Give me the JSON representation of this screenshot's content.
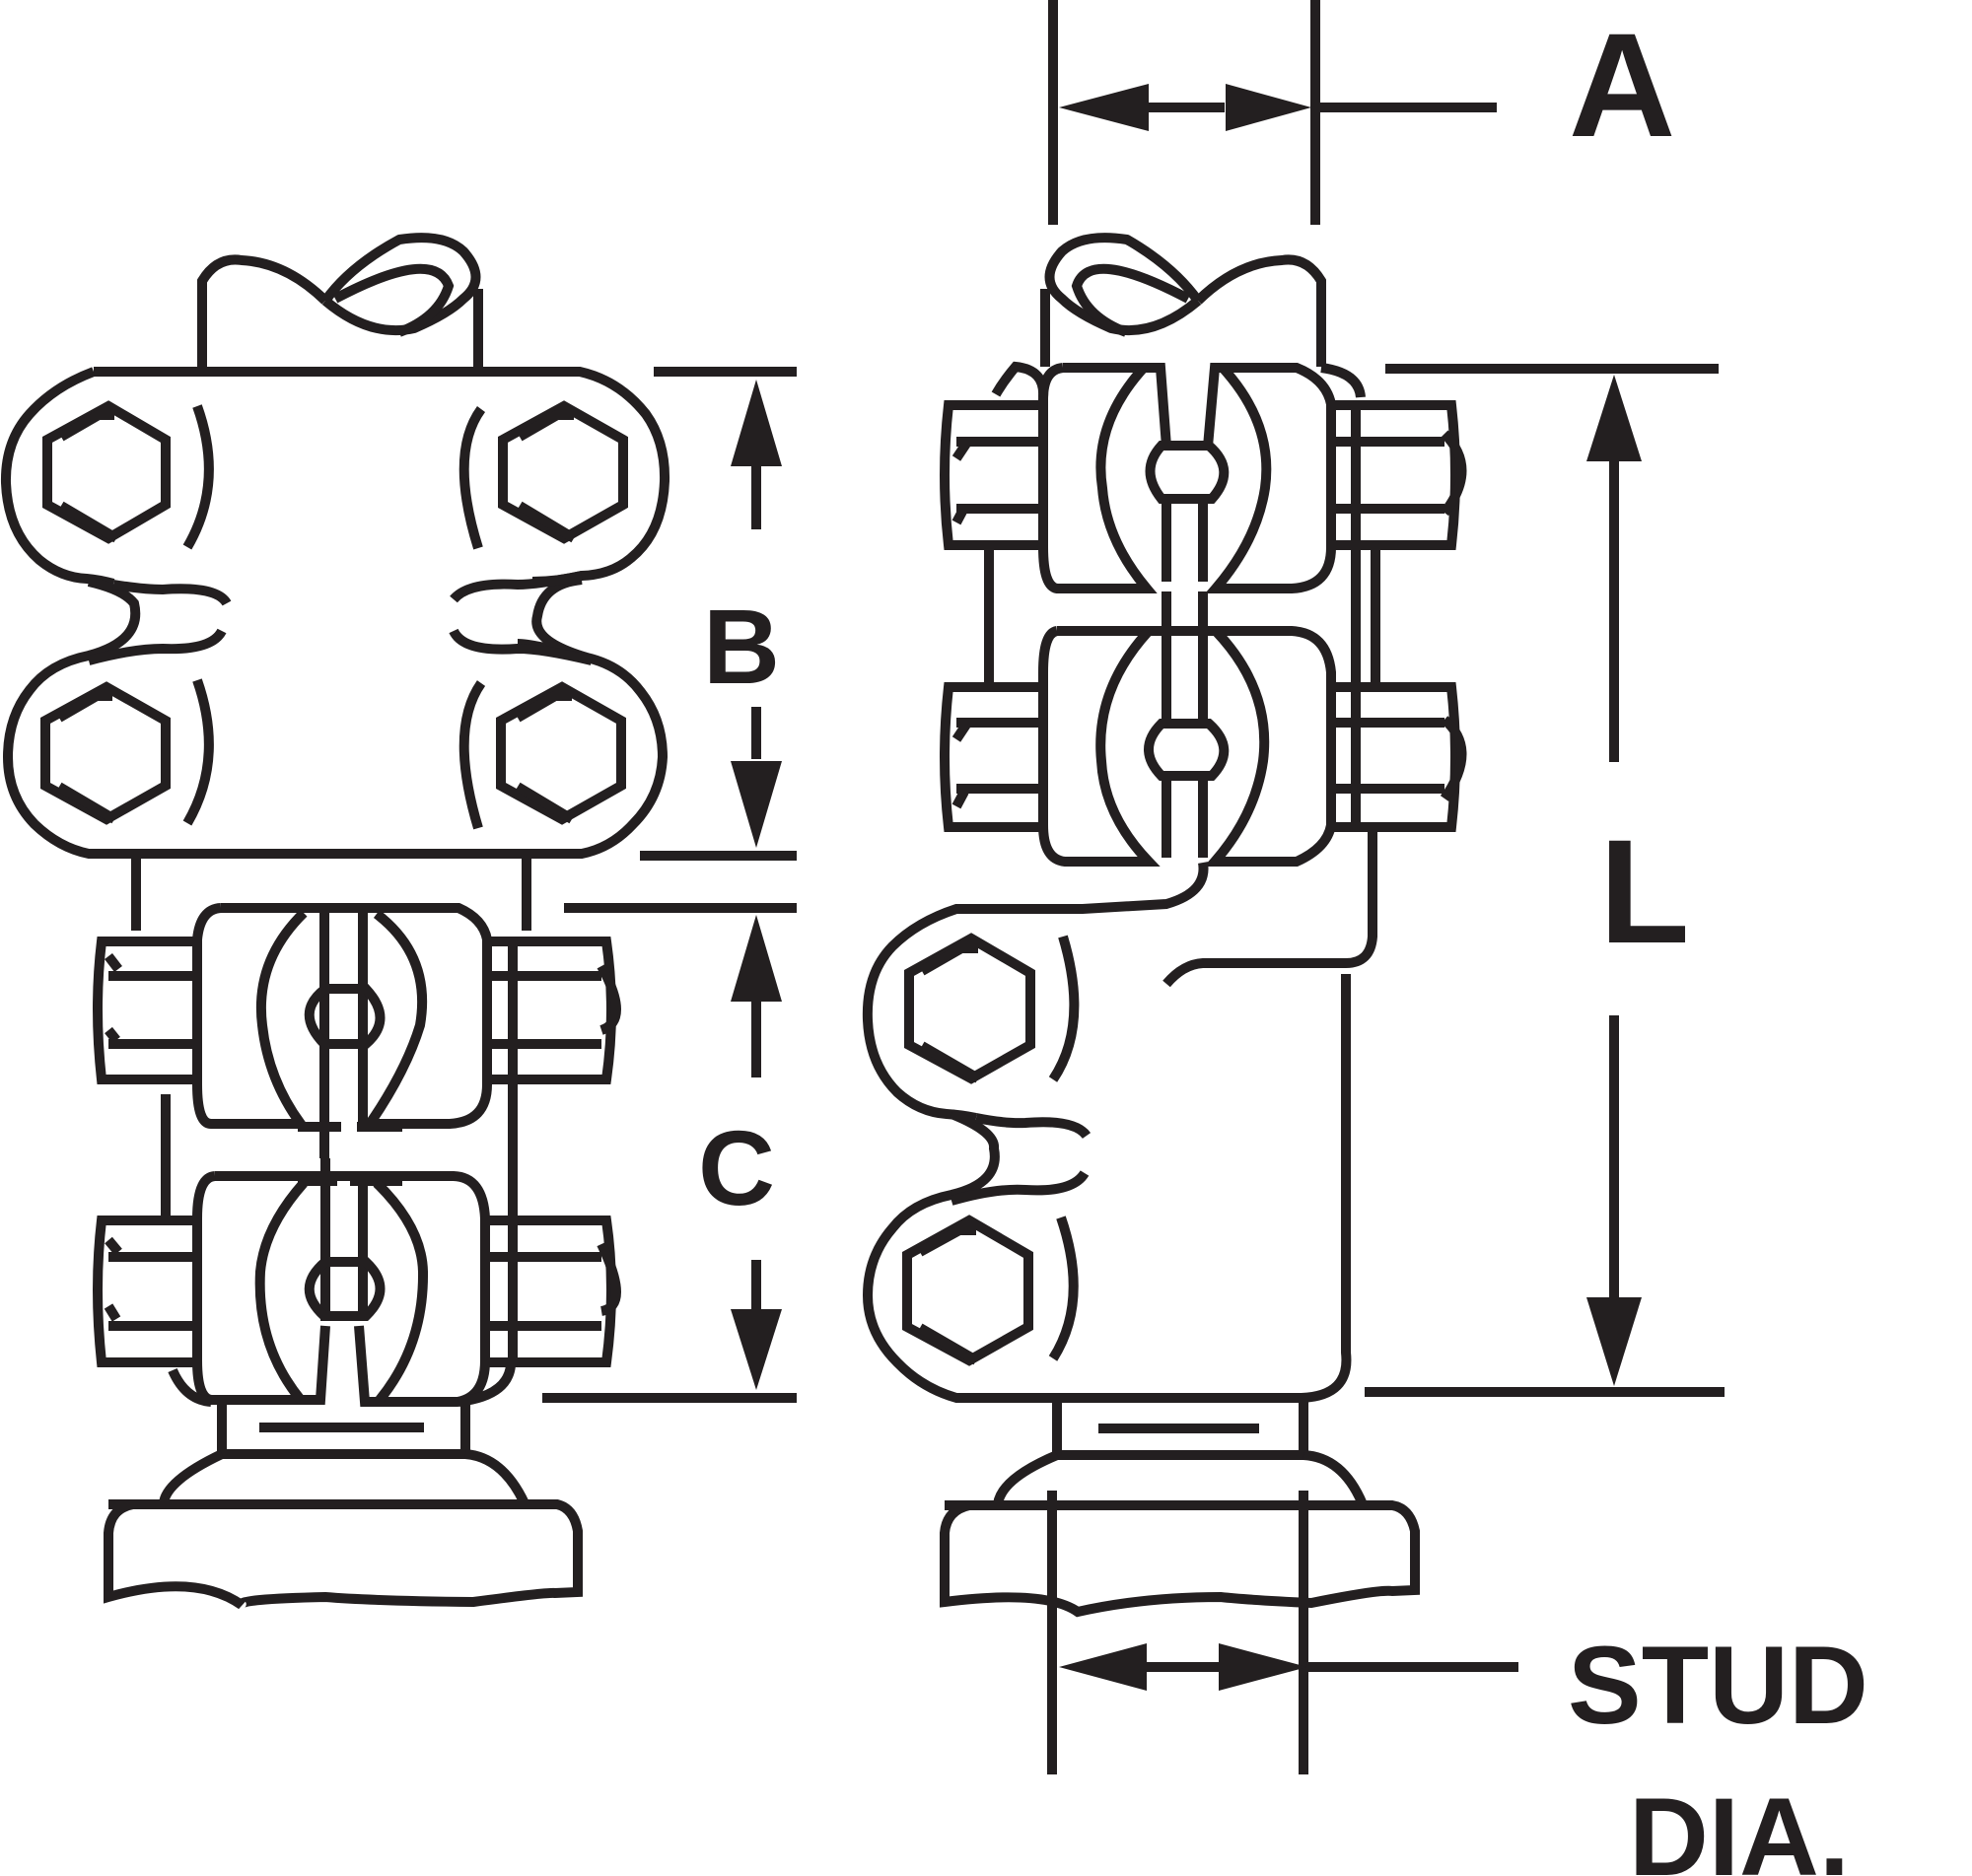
{
  "drawing": {
    "ink_color": "#231f20",
    "background_color": "#ffffff"
  },
  "labels": {
    "A": "A",
    "B": "B",
    "C": "C",
    "L": "L",
    "stud_line1": "STUD",
    "stud_line2": "DIA."
  }
}
